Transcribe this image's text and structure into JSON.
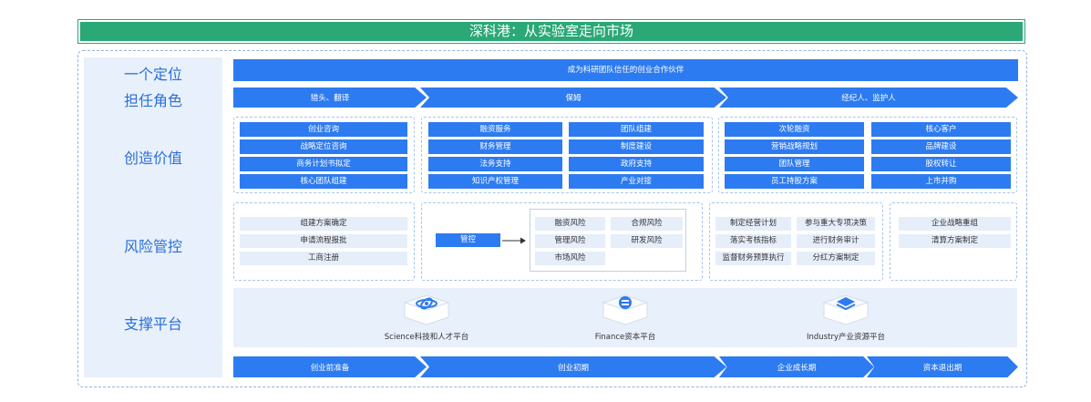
{
  "title": "深科港：从实验室走向市场",
  "rows": {
    "positioning": "一个定位",
    "roles": "担任角色",
    "value": "创造价值",
    "risk": "风险管控",
    "platform": "支撑平台"
  },
  "positioning_text": "成为科研团队信任的创业合作伙伴",
  "roles": [
    "猎头、翻译",
    "保姆",
    "经纪人、监护人"
  ],
  "value_groups": [
    [
      "创业咨询",
      "战略定位咨询",
      "商务计划书拟定",
      "核心团队组建"
    ],
    [
      "融资服务",
      "团队组建",
      "财务管理",
      "制度建设",
      "法务支持",
      "政府支持",
      "知识产权管理",
      "产业对接"
    ],
    [
      "次轮融资",
      "核心客户",
      "营销战略规划",
      "品牌建设",
      "团队管理",
      "股权转让",
      "员工持股方案",
      "上市并购"
    ]
  ],
  "risk": {
    "group1": [
      "组建方案确定",
      "申请流程报批",
      "工商注册"
    ],
    "control_label": "管控",
    "group2": [
      "融资风险",
      "合规风险",
      "管理风险",
      "研发风险",
      "市场风险"
    ],
    "group3": [
      "制定经营计划",
      "参与重大专项决策",
      "落实考核指标",
      "进行财务审计",
      "监督财务预算执行",
      "分红方案制定"
    ],
    "group4": [
      "企业战略重组",
      "清算方案制定"
    ]
  },
  "platforms": [
    "Science科技和人才平台",
    "Finance资本平台",
    "Industry产业资源平台"
  ],
  "stages": [
    "创业前准备",
    "创业初期",
    "企业成长期",
    "资本退出期"
  ],
  "colors": {
    "green": "#2aa876",
    "blue": "#2d7bf0",
    "light": "#e8f0fb"
  }
}
